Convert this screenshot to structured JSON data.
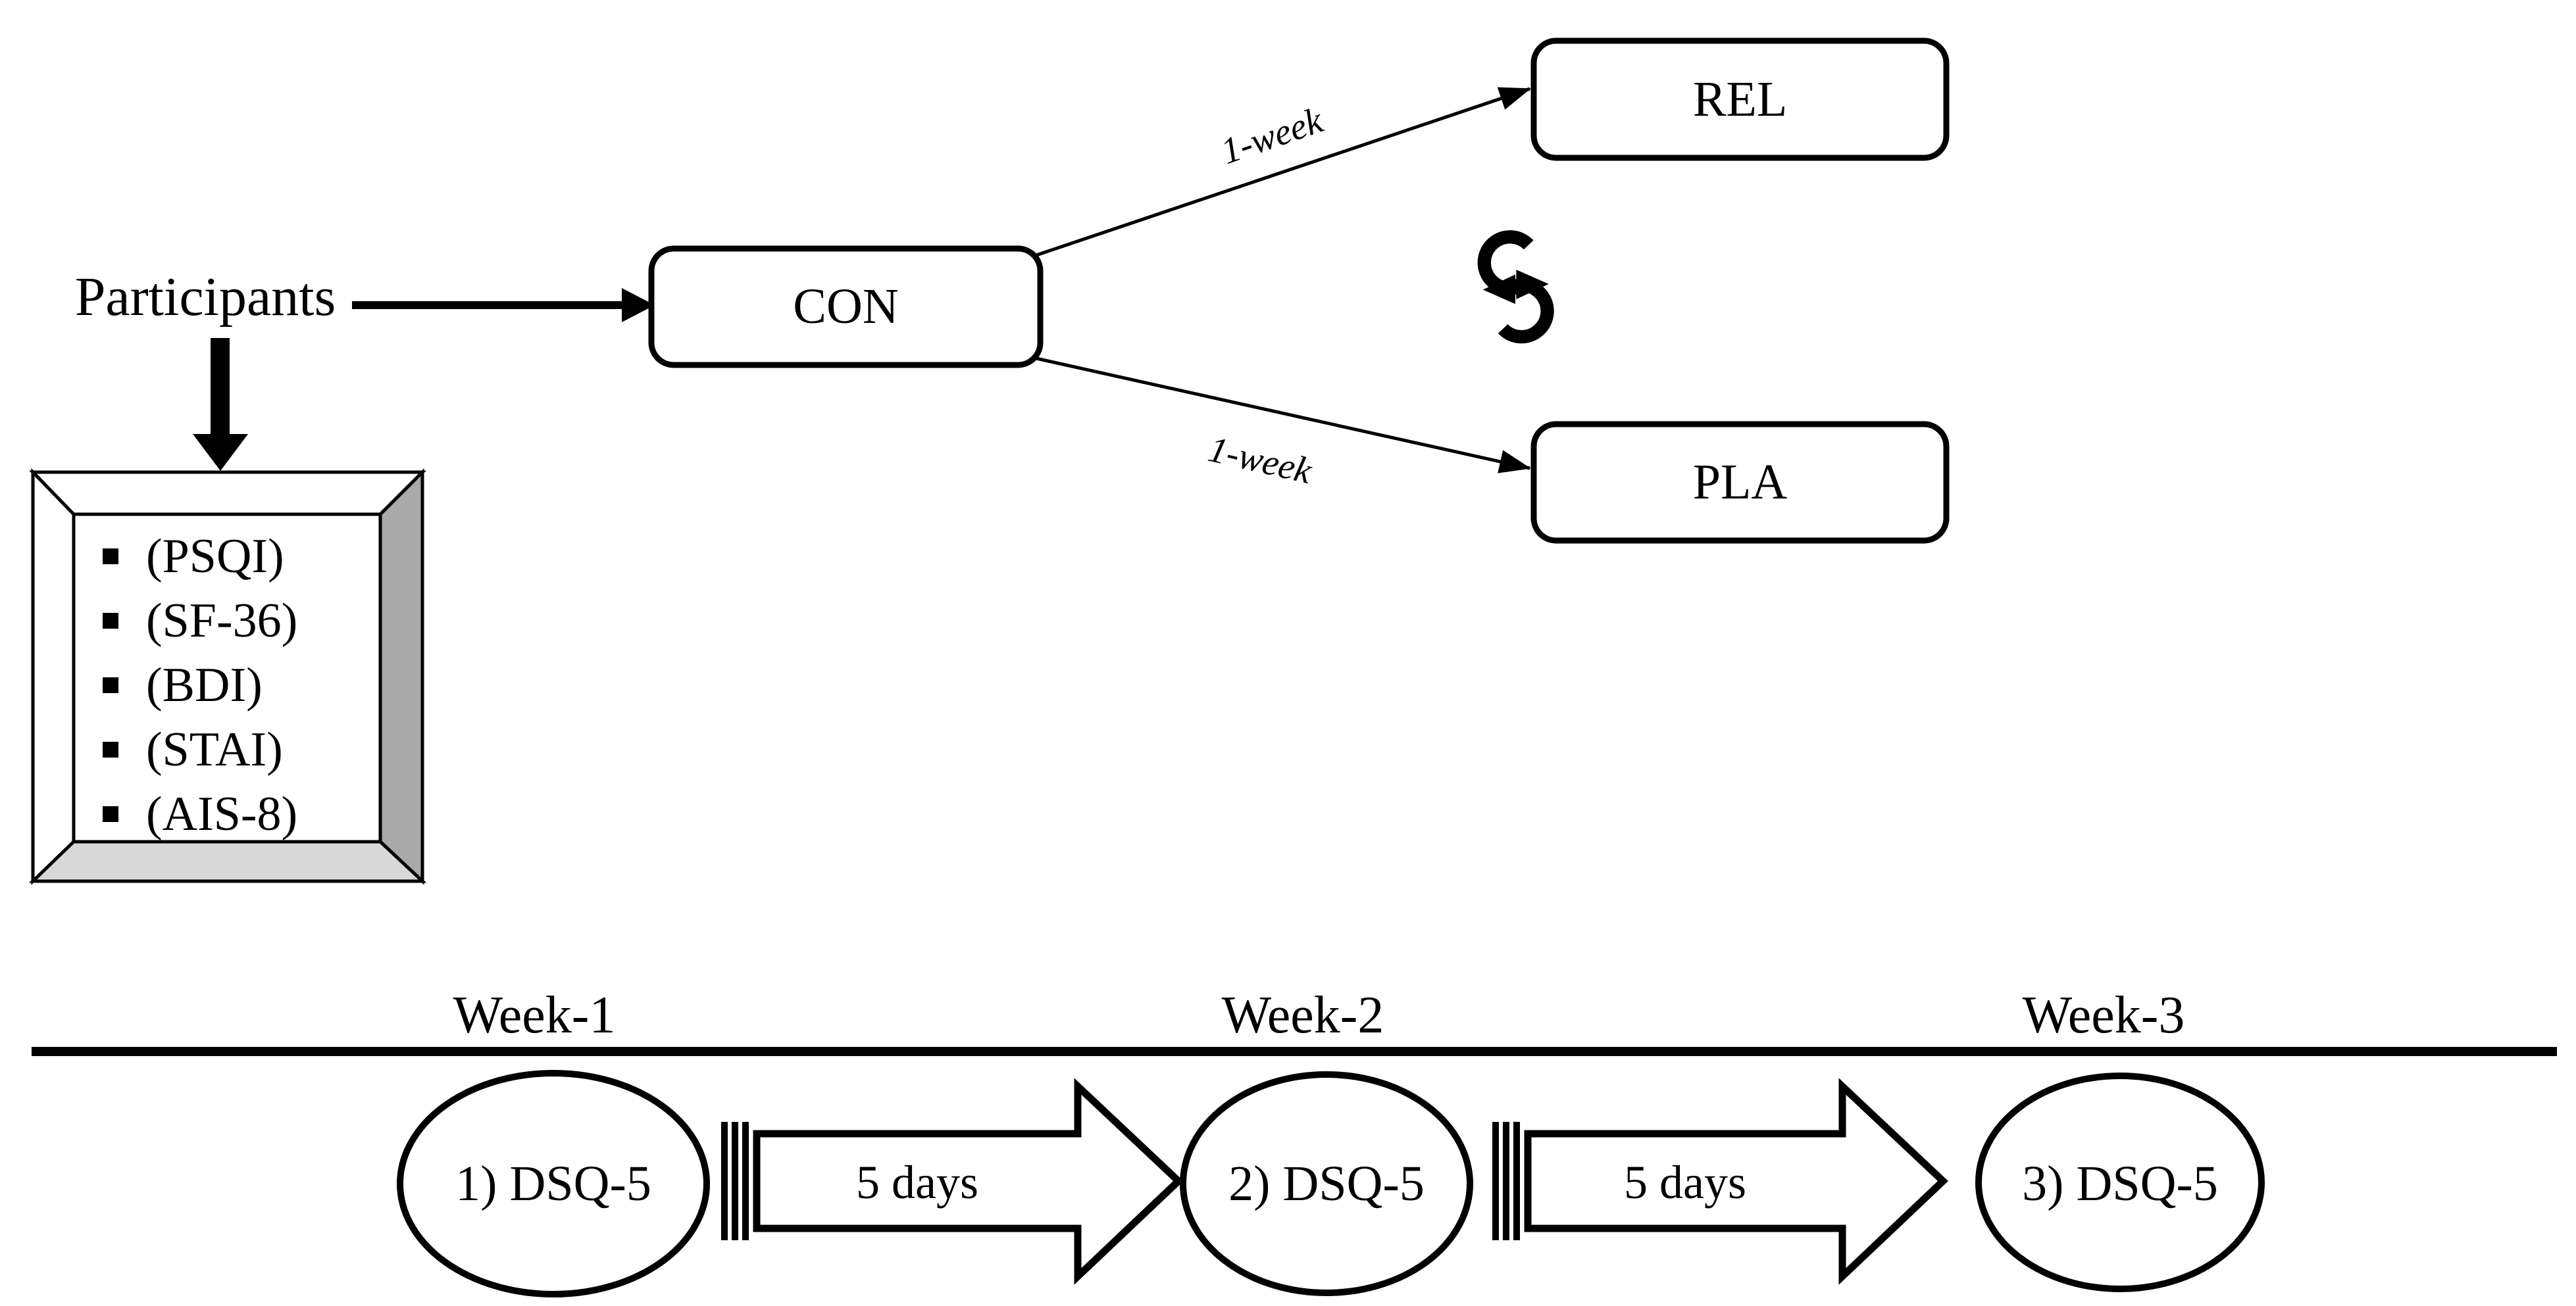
{
  "labels": {
    "participants": "Participants"
  },
  "groups": {
    "con": "CON",
    "rel": "REL",
    "pla": "PLA"
  },
  "randomization_arrows": [
    "1-week",
    "1-week"
  ],
  "assessments": [
    "(PSQI)",
    "(SF-36)",
    "(BDI)",
    "(STAI)",
    "(AIS-8)"
  ],
  "timeline": {
    "weeks": [
      "Week-1",
      "Week-2",
      "Week-3"
    ],
    "measurements": [
      "1) DSQ-5",
      "2) DSQ-5",
      "3) DSQ-5"
    ],
    "intervals": [
      "5 days",
      "5 days"
    ]
  },
  "icons": {
    "crossover": "swap-cycle-icon",
    "list_bullet": "black-square-bullet",
    "arrowhead": "black-triangle-arrowhead"
  },
  "colors": {
    "ink": "#000000",
    "background": "#ffffff",
    "frame_bevel_right": "#a9a9a9",
    "frame_bevel_bottom": "#d8d8d8"
  }
}
